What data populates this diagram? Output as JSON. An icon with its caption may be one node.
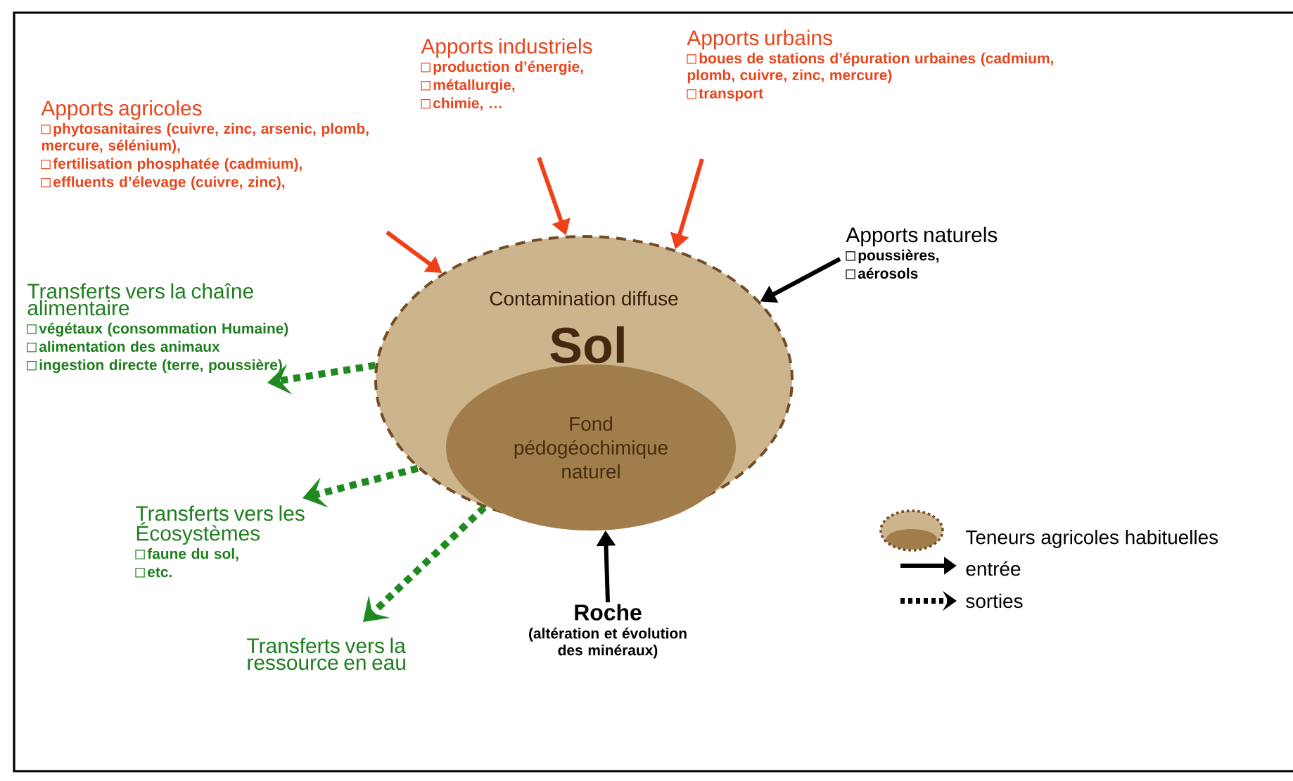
{
  "diagram": {
    "nodes": [
      {
        "text": [
          "Contamination diffuse",
          "Sol"
        ]
      },
      {
        "text": [
          "Fond pédogéochimique naturel"
        ],
        "in": 0
      },
      {
        "text": [
          "Apports agricoles",
          "phytosanitaires (cuivre, zinc, arsenic, plomb, mercure, sélénium),",
          "fertilisation phosphatée (cadmium),",
          "effluents d’élevage (cuivre, zinc),"
        ]
      },
      {
        "text": [
          "Apports industriels",
          "production d’énergie,",
          "métallurgie,",
          "chimie, …"
        ]
      },
      {
        "text": [
          "Apports urbains",
          "boues de stations d’épuration urbaines (cadmium, plomb, cuivre, zinc, mercure)",
          "transport"
        ]
      },
      {
        "text": [
          "Apports naturels",
          "poussières,",
          "aérosols"
        ]
      },
      {
        "text": [
          "Transferts vers la chaîne alimentaire",
          "végétaux (consommation Humaine)",
          "alimentation des animaux",
          "ingestion directe (terre, poussière)"
        ]
      },
      {
        "text": [
          "Transferts vers les Écosystèmes",
          "faune du sol,",
          "etc."
        ]
      },
      {
        "text": [
          "Transferts vers la ressource en eau"
        ]
      },
      {
        "text": [
          "Roche",
          "(altération et évolution des minéraux)"
        ]
      }
    ],
    "edges": [
      {
        "from": 2,
        "to": 0,
        "arrow": "to",
        "color": "#f0401a"
      },
      {
        "from": 3,
        "to": 0,
        "arrow": "to",
        "color": "#f0401a"
      },
      {
        "from": 4,
        "to": 0,
        "arrow": "to",
        "color": "#f0401a"
      },
      {
        "from": 5,
        "to": 0,
        "arrow": "to",
        "color": "#000000"
      },
      {
        "from": 9,
        "to": 1,
        "arrow": "to",
        "color": "#000000"
      },
      {
        "from": 0,
        "to": 6,
        "arrow": "to",
        "style": "dashed",
        "color": "#1f8a1f"
      },
      {
        "from": 0,
        "to": 7,
        "arrow": "to",
        "style": "dashed",
        "color": "#1f8a1f"
      },
      {
        "from": 0,
        "to": 8,
        "arrow": "to",
        "style": "dashed",
        "color": "#1f8a1f"
      }
    ],
    "legend": [
      {
        "text": "Teneurs agricoles habituelles"
      },
      {
        "text": "entrée"
      },
      {
        "text": "sorties"
      }
    ]
  }
}
